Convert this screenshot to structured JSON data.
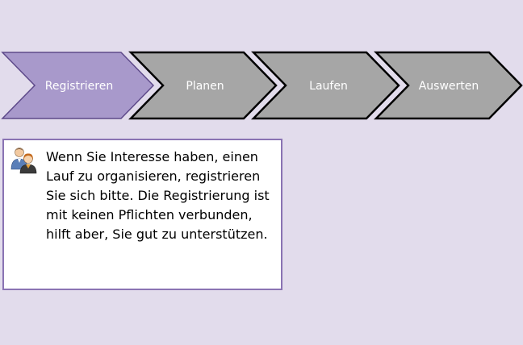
{
  "process_steps": [
    {
      "label": "Registrieren",
      "active": true
    },
    {
      "label": "Planen",
      "active": false
    },
    {
      "label": "Laufen",
      "active": false
    },
    {
      "label": "Auswerten",
      "active": false
    }
  ],
  "colors": {
    "background": "#e2dcec",
    "active_step": "#a899cb",
    "inactive_step": "#a6a6a6",
    "step_border": "#000000",
    "box_border": "#8a73b3"
  },
  "info": {
    "icon": "users-icon",
    "text": "Wenn Sie Interesse haben, einen Lauf zu organisieren, registrieren Sie sich bitte. Die Registrierung ist mit keinen Pflichten verbunden, hilft aber, Sie gut zu unterstützen."
  }
}
